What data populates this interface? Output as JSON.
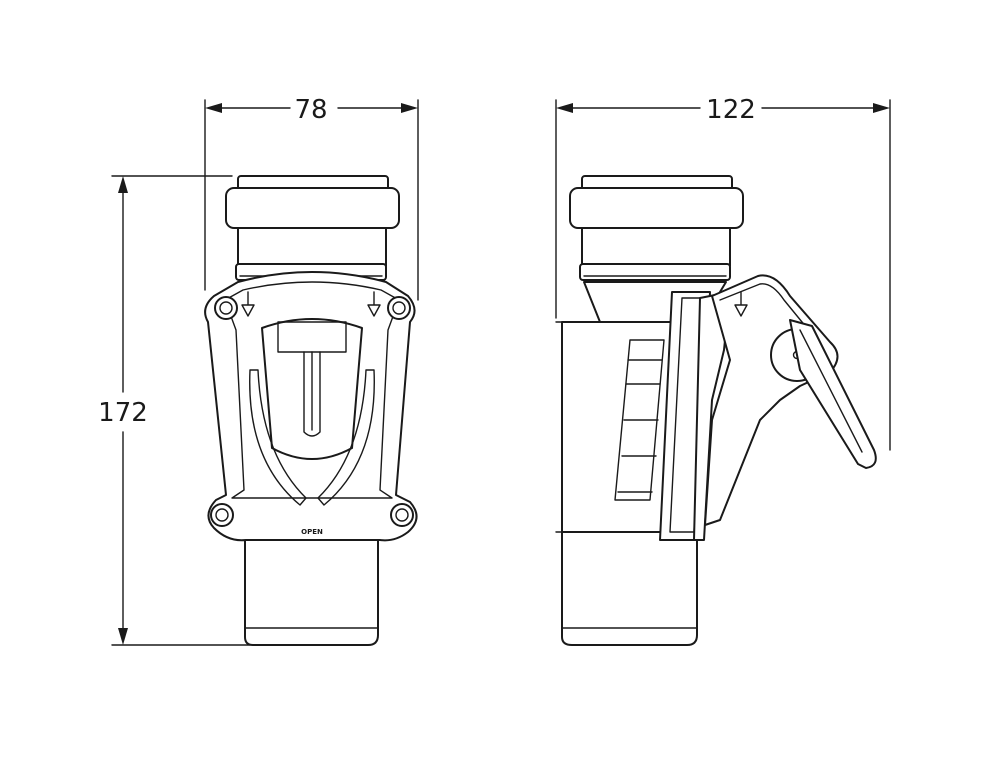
{
  "dimensions": {
    "front_width": "78",
    "side_width": "122",
    "height": "172"
  },
  "markings": {
    "open_label": "OPEN"
  }
}
